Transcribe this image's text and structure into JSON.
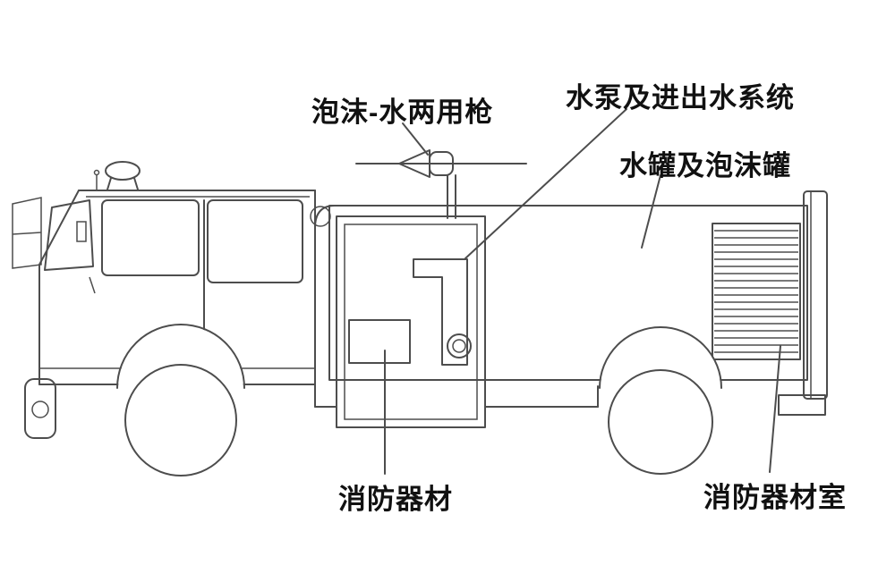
{
  "diagram": {
    "colors": {
      "line": "#4d4d4d",
      "text": "#111111",
      "background": "#ffffff"
    },
    "labels": {
      "foam_gun": "泡沫-水两用枪",
      "pump_system": "水泵及进出水系统",
      "tank": "水罐及泡沫罐",
      "equipment": "消防器材",
      "equipment_room": "消防器材室"
    }
  }
}
